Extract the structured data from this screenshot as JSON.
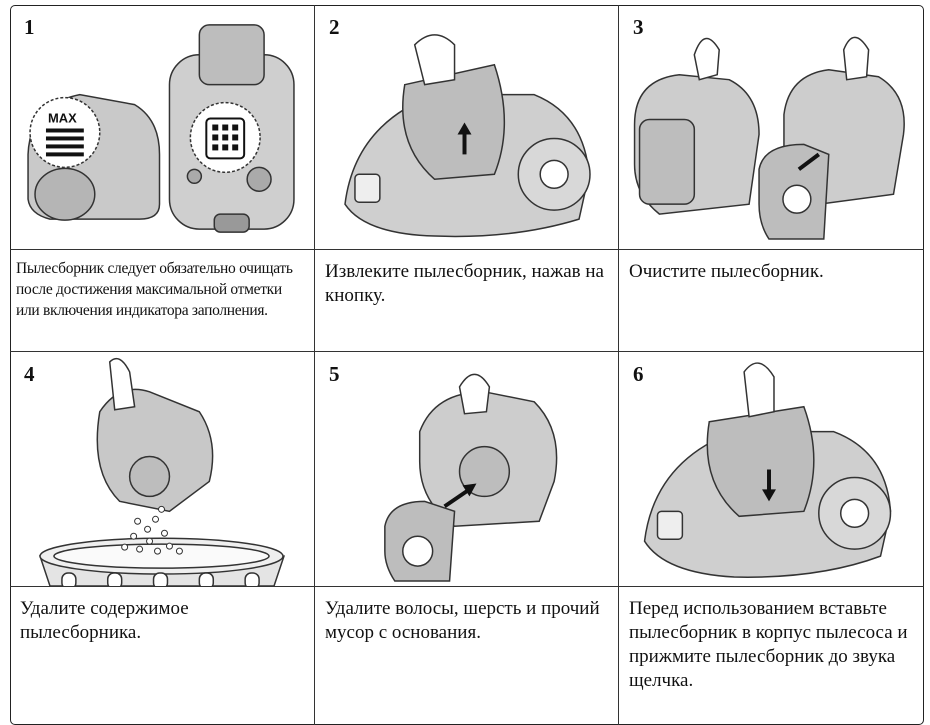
{
  "steps": [
    {
      "number": "1",
      "caption": "Пылесборник следует обязательно очищать после достижения максимальной отметки или включения индикатора заполнения.",
      "badge_label": "MAX"
    },
    {
      "number": "2",
      "caption": "Извлеките пылесборник, нажав на кнопку."
    },
    {
      "number": "3",
      "caption": "Очистите пылесборник."
    },
    {
      "number": "4",
      "caption": "Удалите содержимое пылесборника."
    },
    {
      "number": "5",
      "caption": "Удалите волосы, шерсть и прочий мусор с основания."
    },
    {
      "number": "6",
      "caption": "Перед использованием вставьте пылесборник в корпус пылесоса и прижмите пылесборник до звука щелчка."
    }
  ]
}
